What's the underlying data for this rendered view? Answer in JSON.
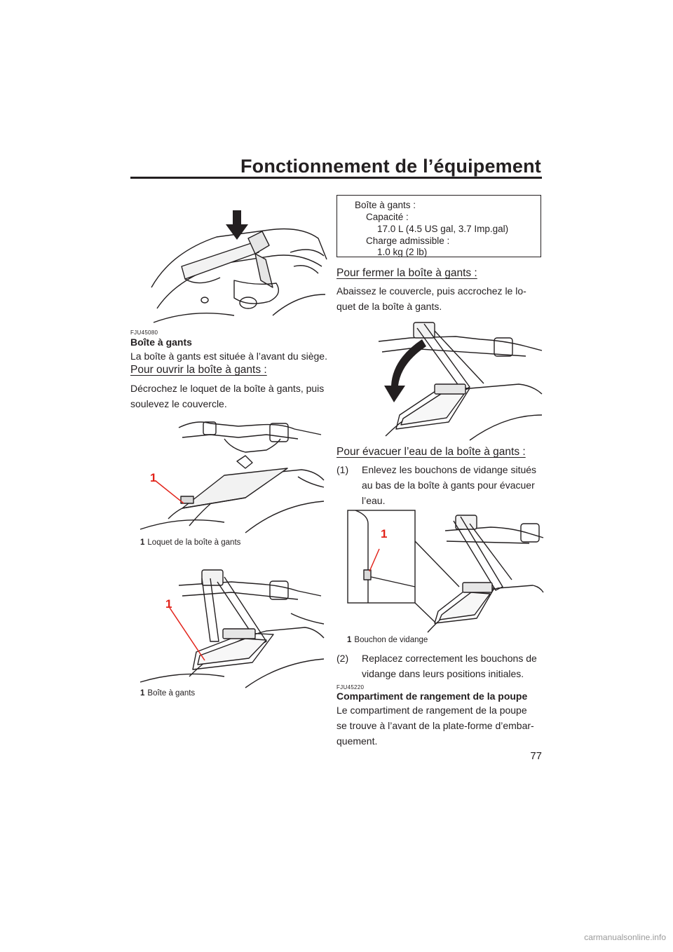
{
  "header": {
    "title": "Fonctionnement de l’équipement",
    "page_number": "77"
  },
  "left_column": {
    "section_code": "FJU45080",
    "section_title": "Boîte à gants",
    "intro": "La boîte à gants est située à l’avant du siège.",
    "open_title": "Pour ouvrir la boîte à gants :",
    "open_text_1": "Décrochez le loquet de la boîte à gants, puis",
    "open_text_2": "soulevez le couvercle.",
    "figure1": {
      "callout": "1",
      "caption_num": "1",
      "caption_text": "Loquet de la boîte à gants"
    },
    "figure2": {
      "callout": "1",
      "caption_num": "1",
      "caption_text": "Boîte à gants"
    }
  },
  "spec": {
    "line1": "Boîte à gants :",
    "line2": "Capacité :",
    "line3": "17.0 L (4.5 US gal, 3.7 Imp.gal)",
    "line4": "Charge admissible :",
    "line5": "1.0 kg (2 lb)"
  },
  "right_column": {
    "close_title": "Pour fermer la boîte à gants :",
    "close_text_1": "Abaissez le couvercle, puis accrochez le lo-",
    "close_text_2": "quet de la boîte à gants.",
    "drain_title": "Pour évacuer l’eau de la boîte à gants :",
    "step1_num": "(1)",
    "step1_line1": "Enlevez les bouchons de vidange situés",
    "step1_line2": "au bas de la boîte à gants pour évacuer",
    "step1_line3": "l’eau.",
    "figure4": {
      "callout": "1",
      "caption_num": "1",
      "caption_text": "Bouchon de vidange"
    },
    "step2_num": "(2)",
    "step2_line1": "Replacez correctement les bouchons de",
    "step2_line2": "vidange dans leurs positions initiales.",
    "section2_code": "FJU45220",
    "section2_title": "Compartiment de rangement de la poupe",
    "section2_text_1": "Le compartiment de rangement de la poupe",
    "section2_text_2": "se trouve à l’avant de la plate-forme d’embar-",
    "section2_text_3": "quement."
  },
  "footer": {
    "watermark": "carmanualsonline.info"
  }
}
